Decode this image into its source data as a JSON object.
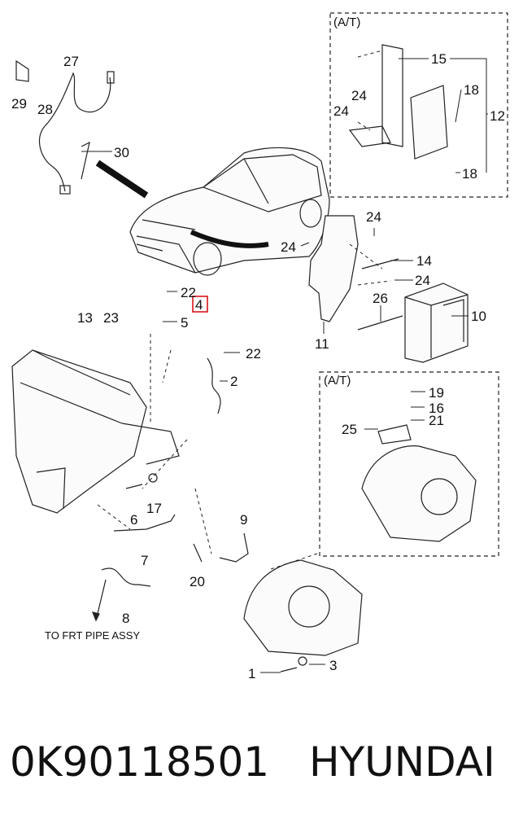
{
  "callouts": [
    {
      "id": "c29",
      "label": "29"
    },
    {
      "id": "c27",
      "label": "27"
    },
    {
      "id": "c28",
      "label": "28"
    },
    {
      "id": "c30",
      "label": "30"
    },
    {
      "id": "c15",
      "label": "15"
    },
    {
      "id": "c18a",
      "label": "18"
    },
    {
      "id": "c12",
      "label": "12"
    },
    {
      "id": "c24a",
      "label": "24"
    },
    {
      "id": "c24b",
      "label": "24"
    },
    {
      "id": "c18b",
      "label": "18"
    },
    {
      "id": "c24c",
      "label": "24"
    },
    {
      "id": "c24d",
      "label": "24"
    },
    {
      "id": "c14",
      "label": "14"
    },
    {
      "id": "c24e",
      "label": "24"
    },
    {
      "id": "c26",
      "label": "26"
    },
    {
      "id": "c10",
      "label": "10"
    },
    {
      "id": "c11",
      "label": "11"
    },
    {
      "id": "c22a",
      "label": "22"
    },
    {
      "id": "c4",
      "label": "4"
    },
    {
      "id": "c13",
      "label": "13"
    },
    {
      "id": "c23",
      "label": "23"
    },
    {
      "id": "c5",
      "label": "5"
    },
    {
      "id": "c22b",
      "label": "22"
    },
    {
      "id": "c2",
      "label": "2"
    },
    {
      "id": "c19",
      "label": "19"
    },
    {
      "id": "c16",
      "label": "16"
    },
    {
      "id": "c21",
      "label": "21"
    },
    {
      "id": "c25",
      "label": "25"
    },
    {
      "id": "c6",
      "label": "6"
    },
    {
      "id": "c17",
      "label": "17"
    },
    {
      "id": "c7",
      "label": "7"
    },
    {
      "id": "c9",
      "label": "9"
    },
    {
      "id": "c20",
      "label": "20"
    },
    {
      "id": "c8",
      "label": "8"
    },
    {
      "id": "c1",
      "label": "1"
    },
    {
      "id": "c3",
      "label": "3"
    }
  ],
  "box_labels": {
    "at_top": "(A/T)",
    "at_bottom": "(A/T)"
  },
  "note": "TO FRT PIPE ASSY",
  "highlight": {
    "part_label": "4",
    "color": "#d9141b"
  },
  "footer": {
    "part_number": "0K90118501",
    "brand": "HYUNDAI"
  }
}
